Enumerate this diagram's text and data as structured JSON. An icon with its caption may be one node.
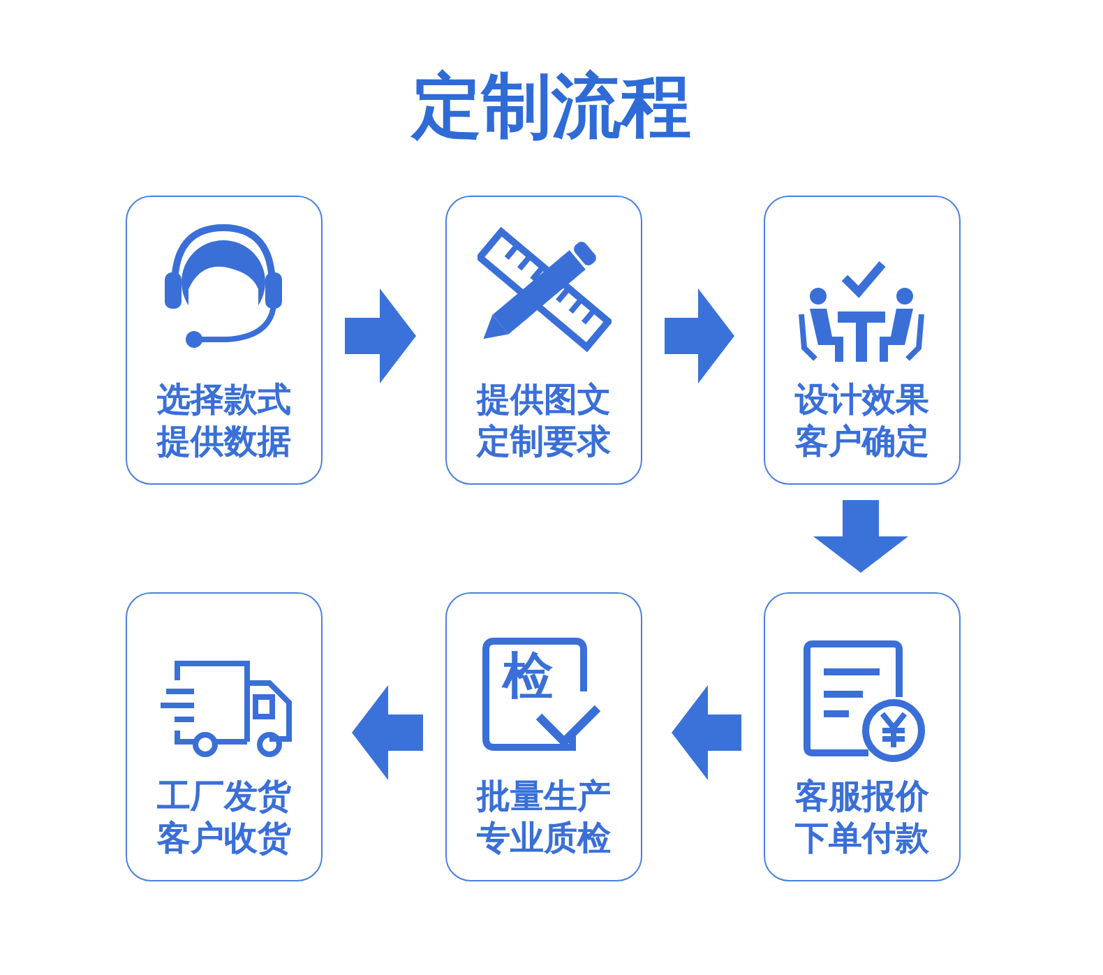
{
  "diagram": {
    "title": "定制流程",
    "nodes": [
      {
        "text": [
          "选择款式提供数据"
        ]
      },
      {
        "text": [
          "提供图文定制要求"
        ]
      },
      {
        "text": [
          "设计效果客户确定"
        ]
      },
      {
        "text": [
          "工厂发货客户收货"
        ]
      },
      {
        "text": [
          "批量生产专业质检"
        ]
      },
      {
        "text": [
          "客服报价下单付款"
        ]
      }
    ],
    "edges": [
      {
        "from": 0,
        "to": 1,
        "arrow": "to"
      },
      {
        "from": 1,
        "to": 2,
        "arrow": "to"
      },
      {
        "from": 2,
        "to": 5,
        "arrow": "to"
      },
      {
        "from": 5,
        "to": 4,
        "arrow": "to"
      },
      {
        "from": 4,
        "to": 3,
        "arrow": "to"
      }
    ],
    "labels": [
      "检"
    ]
  }
}
